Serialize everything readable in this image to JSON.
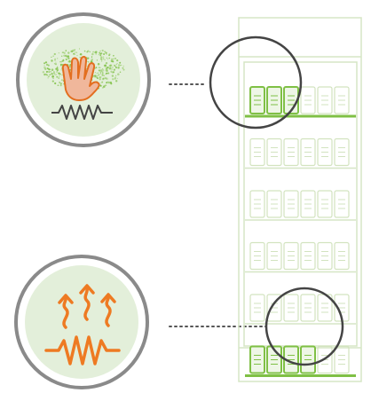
{
  "colors": {
    "background": "#ffffff",
    "circle_fill": "#e3efda",
    "circle_ring": "#8a8a8a",
    "cabinet_line": "#d6e6c5",
    "highlight_green": "#7fc045",
    "can_outline_faded": "#d2e3bf",
    "hand_fill": "#f0b79b",
    "hand_outline": "#e36e1f",
    "orange": "#ee7a22",
    "dark_line": "#444444",
    "magnifier_ring": "#444444",
    "dots": "#555555"
  },
  "icons": {
    "top_circle": "hand-touch-heating-icon",
    "bottom_circle": "heat-rising-icon",
    "cabinet": "drinks-cooler-icon"
  },
  "cooler": {
    "shelves": 6,
    "cans_per_shelf": 6,
    "highlighted_shelves": {
      "top": {
        "shelf": 1,
        "cans": 3
      },
      "bottom": {
        "shelf": 6,
        "cans": 4
      }
    }
  }
}
